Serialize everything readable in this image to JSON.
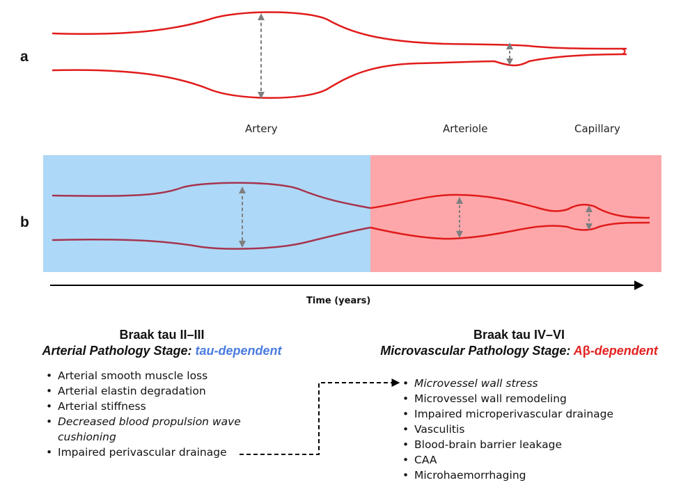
{
  "panels": {
    "a": "a",
    "b": "b"
  },
  "vessel_labels": {
    "artery": "Artery",
    "arteriole": "Arteriole",
    "capillary": "Capillary"
  },
  "time_axis": {
    "label": "Time (years)"
  },
  "colors": {
    "vessel_red": "#e11b1b",
    "vessel_purple": "#a6344e",
    "stage1_bg": "#aed8f7",
    "stage2_bg": "#fda7aa",
    "arrow_gray": "#7f7f7f",
    "tau_blue": "#4a7be0",
    "abeta_red": "#e32222"
  },
  "stage1": {
    "title": "Braak tau II–III",
    "subtitle_prefix": "Arterial Pathology Stage: ",
    "subtitle_highlight": "tau-dependent",
    "items": [
      {
        "text": "Arterial smooth muscle loss",
        "italic": false
      },
      {
        "text": "Arterial elastin degradation",
        "italic": false
      },
      {
        "text": "Arterial stiffness",
        "italic": false
      },
      {
        "text": "Decreased blood propulsion wave cushioning",
        "italic": true
      },
      {
        "text": "Impaired perivascular drainage",
        "italic": false
      }
    ]
  },
  "stage2": {
    "title": "Braak tau IV–VI",
    "subtitle_prefix": "Microvascular Pathology Stage: ",
    "subtitle_highlight_a": "A",
    "subtitle_highlight_beta": "β",
    "subtitle_highlight_rest": "-dependent",
    "items": [
      {
        "text": "Microvessel wall stress",
        "italic": true
      },
      {
        "text": "Microvessel wall remodeling",
        "italic": false
      },
      {
        "text": "Impaired microperivascular drainage",
        "italic": false
      },
      {
        "text": "Vasculitis",
        "italic": false
      },
      {
        "text": "Blood-brain barrier leakage",
        "italic": false
      },
      {
        "text": "CAA",
        "italic": false
      },
      {
        "text": "Microhaemorrhaging",
        "italic": false
      }
    ]
  }
}
